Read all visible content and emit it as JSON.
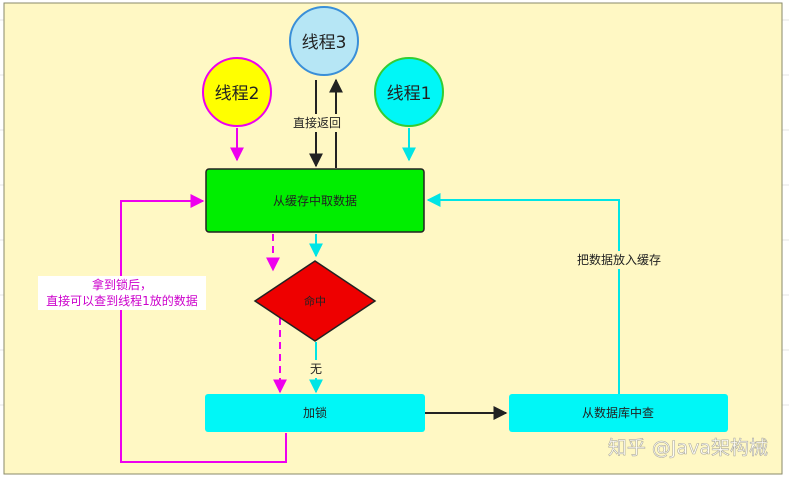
{
  "nodes": {
    "thread1": "线程1",
    "thread2": "线程2",
    "thread3": "线程3",
    "get_from_cache": "从缓存中取数据",
    "hit": "命中",
    "lock": "加锁",
    "query_db": "从数据库中查"
  },
  "edges": {
    "return_direct": "直接返回",
    "none": "无",
    "put_cache": "把数据放入缓存",
    "after_lock_line1": "拿到锁后，",
    "after_lock_line2": "直接可以查到线程1放的数据"
  },
  "watermark": "知乎 @Java架构械",
  "colors": {
    "panel_bg": "#fff8c4",
    "green": "#00ee00",
    "cyan": "#00f7f7",
    "red": "#ee0000",
    "magenta": "#ee00ee",
    "thread2_fill": "#ffff00",
    "thread3_fill": "#b6e6f5",
    "thread3_stroke": "#3a8fd8",
    "dark": "#222222"
  }
}
